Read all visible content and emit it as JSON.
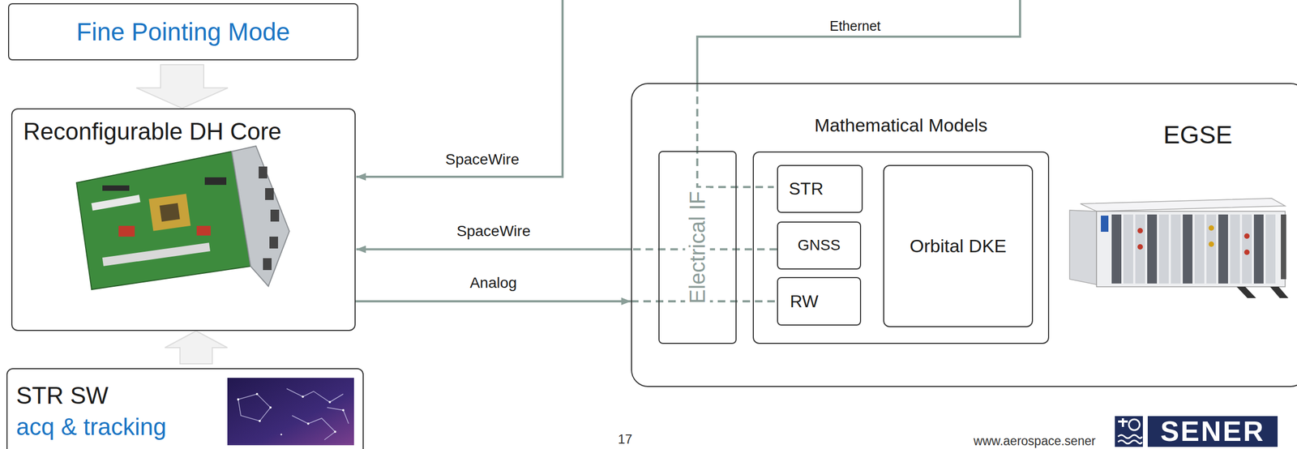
{
  "diagram": {
    "nodes": [
      {
        "text": [
          "Fine Pointing Mode"
        ]
      },
      {
        "text": [
          "Reconfigurable DH Core"
        ]
      },
      {
        "text": [
          "STR SW",
          "acq & tracking"
        ]
      },
      {
        "text": [
          "EGSE"
        ]
      },
      {
        "text": [
          "Electrical IF"
        ],
        "in": 3
      },
      {
        "text": [
          "Mathematical Models"
        ],
        "in": 3
      },
      {
        "text": [
          "STR"
        ],
        "in": 5
      },
      {
        "text": [
          "GNSS"
        ],
        "in": 5
      },
      {
        "text": [
          "RW"
        ],
        "in": 5
      },
      {
        "text": [
          "Orbital DKE"
        ],
        "in": 5
      }
    ],
    "edges": [
      {
        "from": 0,
        "to": 1,
        "arrow": "to"
      },
      {
        "from": 2,
        "to": 1,
        "arrow": "to"
      },
      {
        "from": 7,
        "to": 1,
        "label": "SpaceWire",
        "arrow": "to"
      },
      {
        "from": 1,
        "to": 8,
        "label": "Analog",
        "arrow": "to"
      }
    ],
    "labels": [
      "SpaceWire",
      "Ethernet",
      "17",
      "www.aerospace.sener",
      "SENER"
    ]
  }
}
